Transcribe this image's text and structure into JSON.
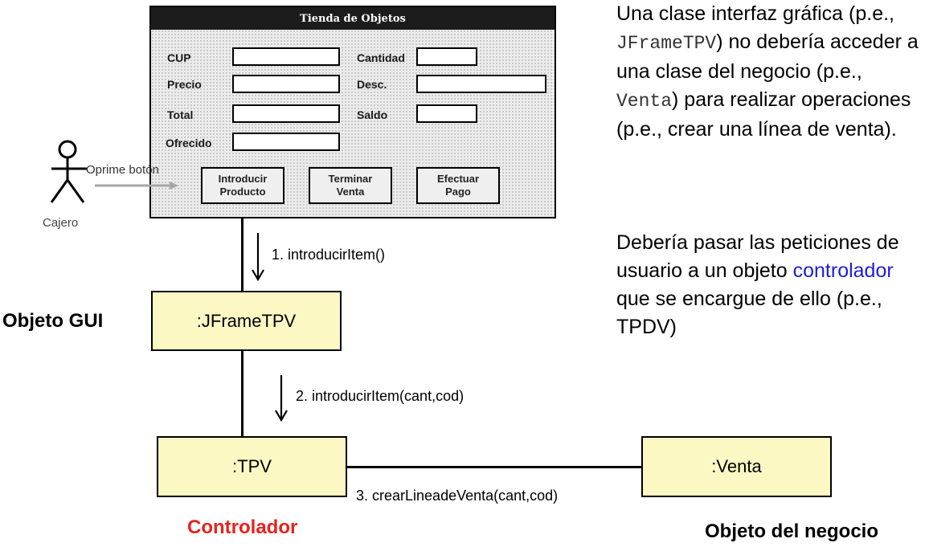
{
  "window": {
    "title": "Tienda de Objetos",
    "labels": {
      "cup": "CUP",
      "precio": "Precio",
      "total": "Total",
      "ofrecido": "Ofrecido",
      "cantidad": "Cantidad",
      "desc": "Desc.",
      "saldo": "Saldo"
    },
    "buttons": {
      "introducir": "Introducir\nProducto",
      "terminar": "Terminar\nVenta",
      "efectuar": "Efectuar\nPago"
    }
  },
  "actor": {
    "name": "Cajero",
    "action": "Oprime botón"
  },
  "objects": {
    "gui": ":JFrameTPV",
    "controller": ":TPV",
    "venta": ":Venta"
  },
  "messages": {
    "m1": "1. introducirItem()",
    "m2": "2. introducirItem(cant,cod)",
    "m3": "3. crearLineadeVenta(cant,cod)"
  },
  "labels": {
    "gui": "Objeto GUI",
    "controller": "Controlador",
    "business": "Objeto del negocio"
  },
  "explanation": {
    "p1_a": "Una clase interfaz gráfica (p.e., ",
    "p1_code1": "JFrameTPV",
    "p1_b": ") no debería acceder a una clase del negocio (p.e., ",
    "p1_code2": "Venta",
    "p1_c": ") para realizar operaciones (p.e., crear una línea de venta).",
    "p2_a": "Debería pasar las peticiones de usuario a un objeto ",
    "p2_link": "controlador",
    "p2_b": " que se encargue de ello (p.e., TPDV)"
  },
  "colors": {
    "object_fill": "#fbf8c4",
    "controller_label": "#e8211d",
    "link_blue": "#1d1dd8"
  }
}
